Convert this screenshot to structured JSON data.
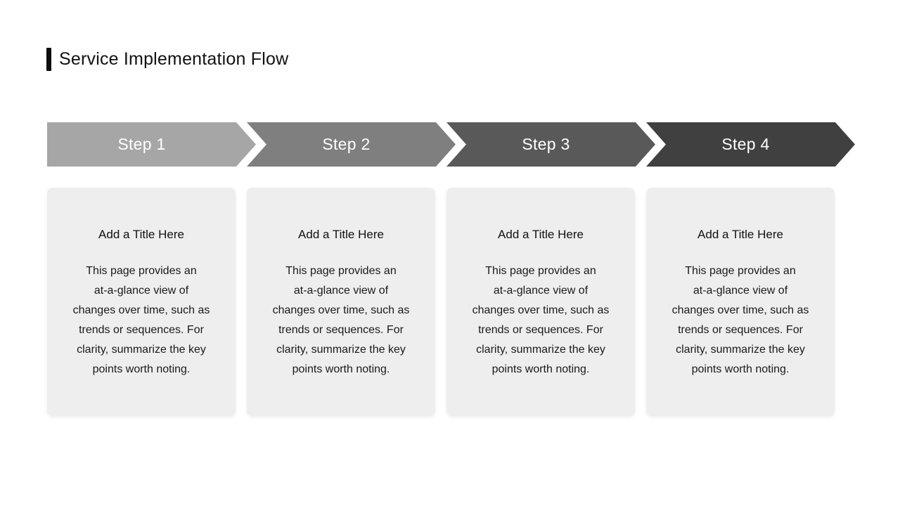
{
  "page": {
    "background_color": "#ffffff"
  },
  "header": {
    "title": "Service Implementation Flow",
    "accent_color": "#0d0d0d"
  },
  "steps": [
    {
      "label": "Step 1",
      "color": "#a6a6a6"
    },
    {
      "label": "Step 2",
      "color": "#7f7f7f"
    },
    {
      "label": "Step 3",
      "color": "#595959"
    },
    {
      "label": "Step 4",
      "color": "#404040"
    }
  ],
  "cards": [
    {
      "title": "Add a Title Here",
      "body": "This page provides an\nat-a-glance view of\nchanges over time, such as\ntrends or sequences. For\nclarity, summarize the key\npoints worth noting."
    },
    {
      "title": "Add a Title Here",
      "body": "This page provides an\nat-a-glance view of\nchanges over time, such as\ntrends or sequences. For\nclarity, summarize the key\npoints worth noting."
    },
    {
      "title": "Add a Title Here",
      "body": "This page provides an\nat-a-glance view of\nchanges over time, such as\ntrends or sequences. For\nclarity, summarize the key\npoints worth noting."
    },
    {
      "title": "Add a Title Here",
      "body": "This page provides an\nat-a-glance view of\nchanges over time, such as\ntrends or sequences. For\nclarity, summarize the key\npoints worth noting."
    }
  ]
}
